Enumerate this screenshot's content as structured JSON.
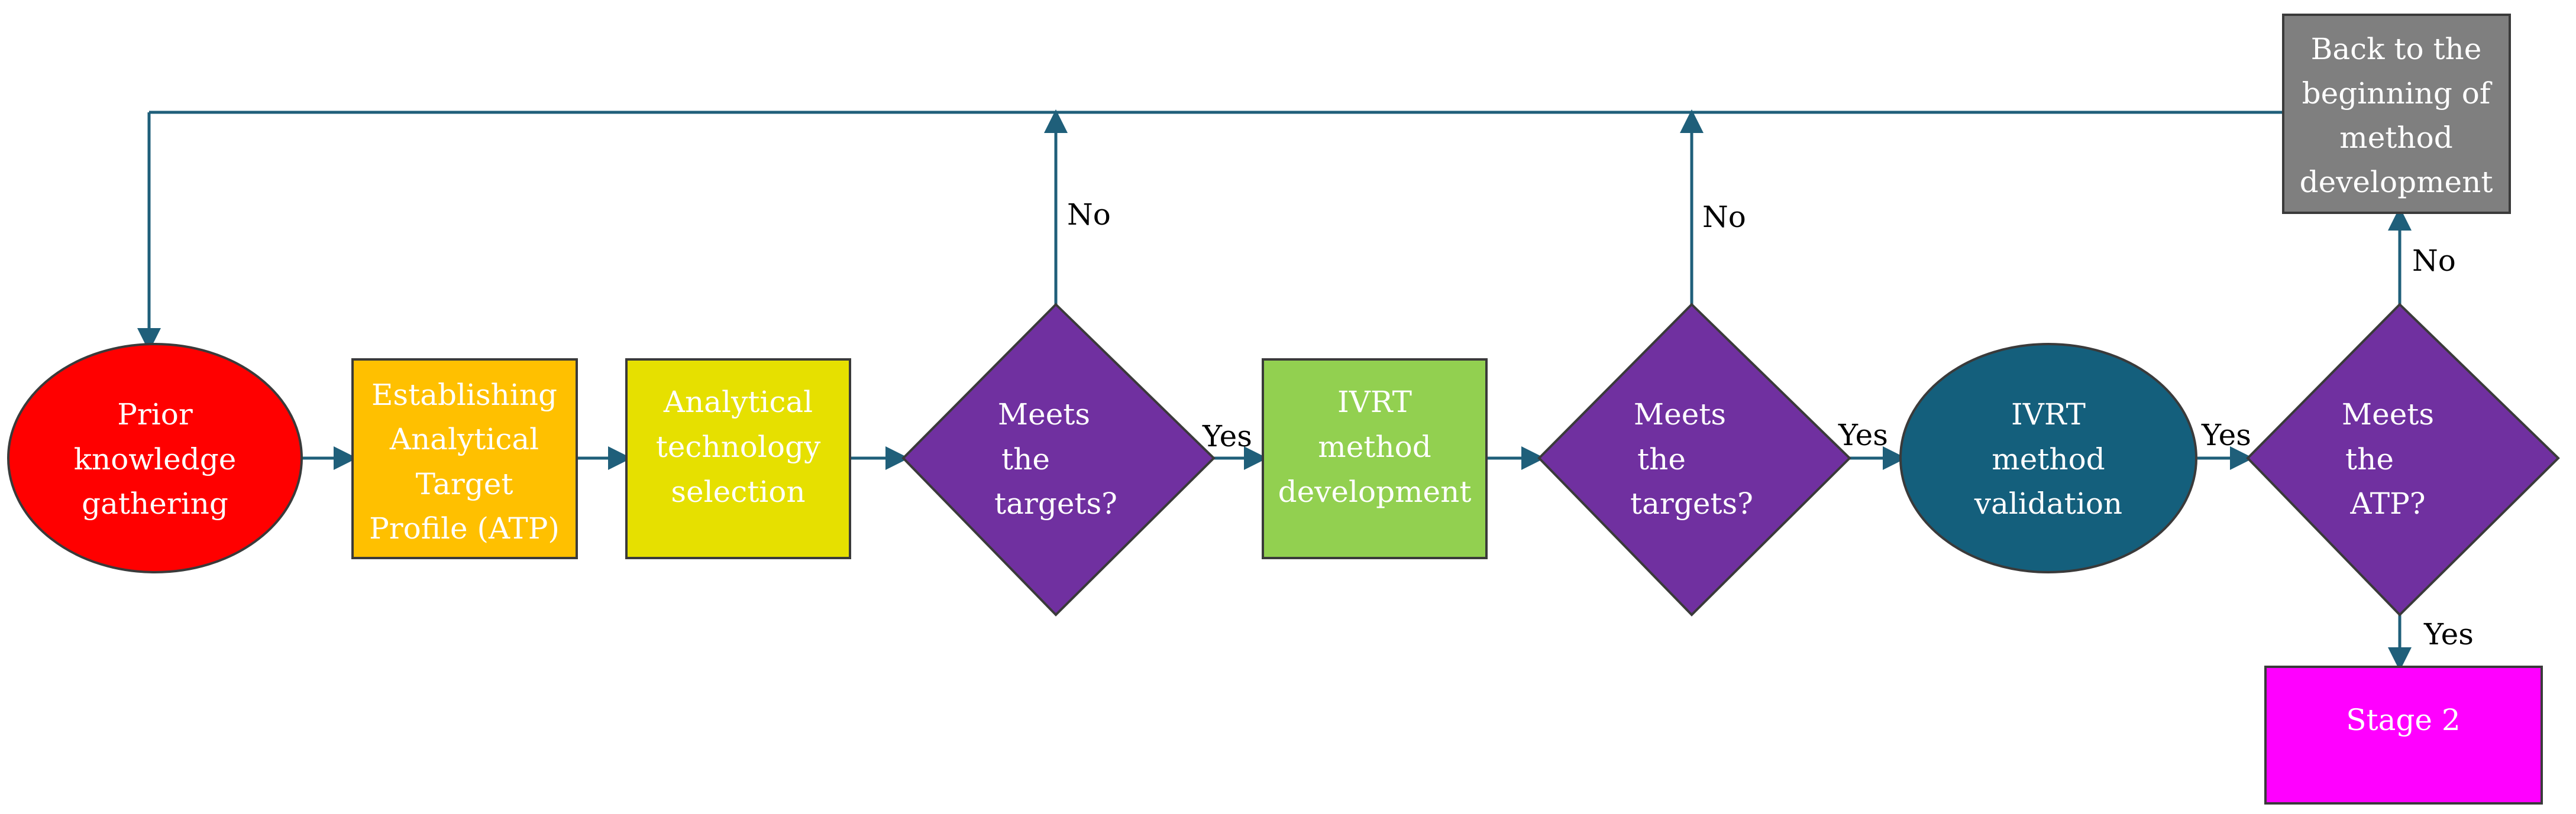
{
  "colors": {
    "edge": "#1f5f7a",
    "prior": "#ff0000",
    "atp": "#ffc000",
    "technology": "#e6e000",
    "decision": "#7030a0",
    "development": "#92d050",
    "validation": "#145f7c",
    "back": "#7f7f7f",
    "stage2": "#ff00ff"
  },
  "nodes": {
    "prior": [
      "Prior",
      "knowledge",
      "gathering"
    ],
    "atp": [
      "Establishing",
      "Analytical",
      "Target",
      "Profile (ATP)"
    ],
    "technology": [
      "Analytical",
      "technology",
      "selection"
    ],
    "decision1": [
      "Meets",
      "the",
      "targets?"
    ],
    "development": [
      "IVRT",
      "method",
      "development"
    ],
    "decision2": [
      "Meets",
      "the",
      "targets?"
    ],
    "validation": [
      "IVRT",
      "method",
      "validation"
    ],
    "decision3": [
      "Meets",
      "the",
      "ATP?"
    ],
    "back": [
      "Back to the",
      "beginning of",
      "method",
      "development"
    ],
    "stage2": [
      "Stage 2"
    ]
  },
  "edge_labels": {
    "d1_yes": "Yes",
    "d1_no": "No",
    "d2_yes": "Yes",
    "d2_no": "No",
    "d3_yes": "Yes",
    "d3_no": "No",
    "d3_down_yes": "Yes"
  }
}
